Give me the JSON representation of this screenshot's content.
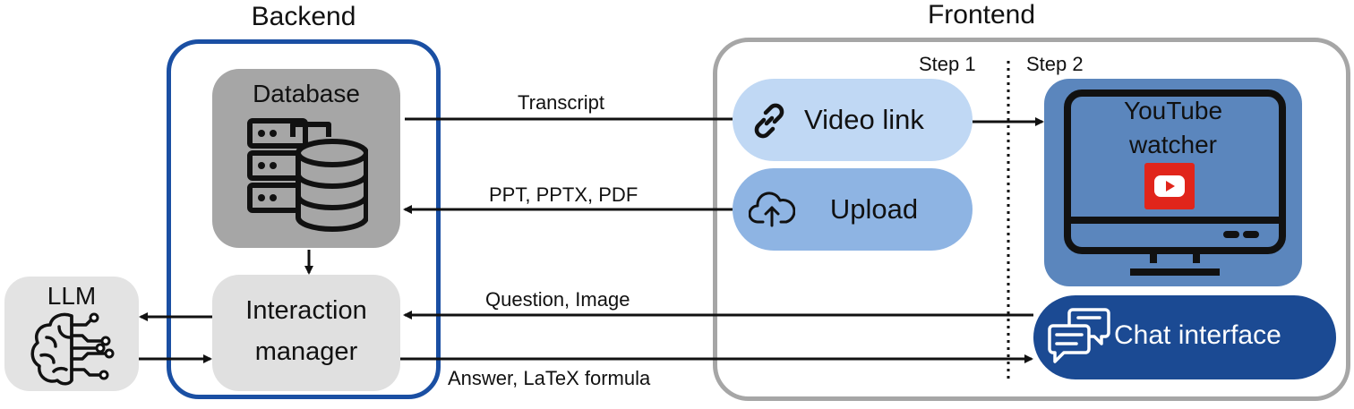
{
  "titles": {
    "backend": "Backend",
    "frontend": "Frontend"
  },
  "steps": {
    "step1": "Step 1",
    "step2": "Step 2"
  },
  "nodes": {
    "database": "Database",
    "interaction_manager_line1": "Interaction",
    "interaction_manager_line2": "manager",
    "llm": "LLM",
    "video_link": "Video link",
    "upload": "Upload",
    "youtube_line1": "YouTube",
    "youtube_line2": "watcher",
    "chat": "Chat interface"
  },
  "edges": {
    "transcript": "Transcript",
    "files": "PPT, PPTX, PDF",
    "question": "Question, Image",
    "answer": "Answer, LaTeX formula"
  },
  "colors": {
    "backend_border": "#1a4fa3",
    "frontend_border": "#a6a6a6",
    "database_fill": "#a6a6a6",
    "interaction_fill": "#e0e0e0",
    "llm_fill": "#e3e3e3",
    "video_link_fill": "#c0d8f4",
    "upload_fill": "#8eb4e3",
    "youtube_fill": "#5b86bd",
    "chat_fill": "#1b4a93",
    "youtube_red": "#e1251b"
  },
  "icons": [
    "server-database-icon",
    "brain-circuit-icon",
    "link-icon",
    "cloud-upload-icon",
    "monitor-icon",
    "youtube-play-icon",
    "chat-bubbles-icon"
  ]
}
